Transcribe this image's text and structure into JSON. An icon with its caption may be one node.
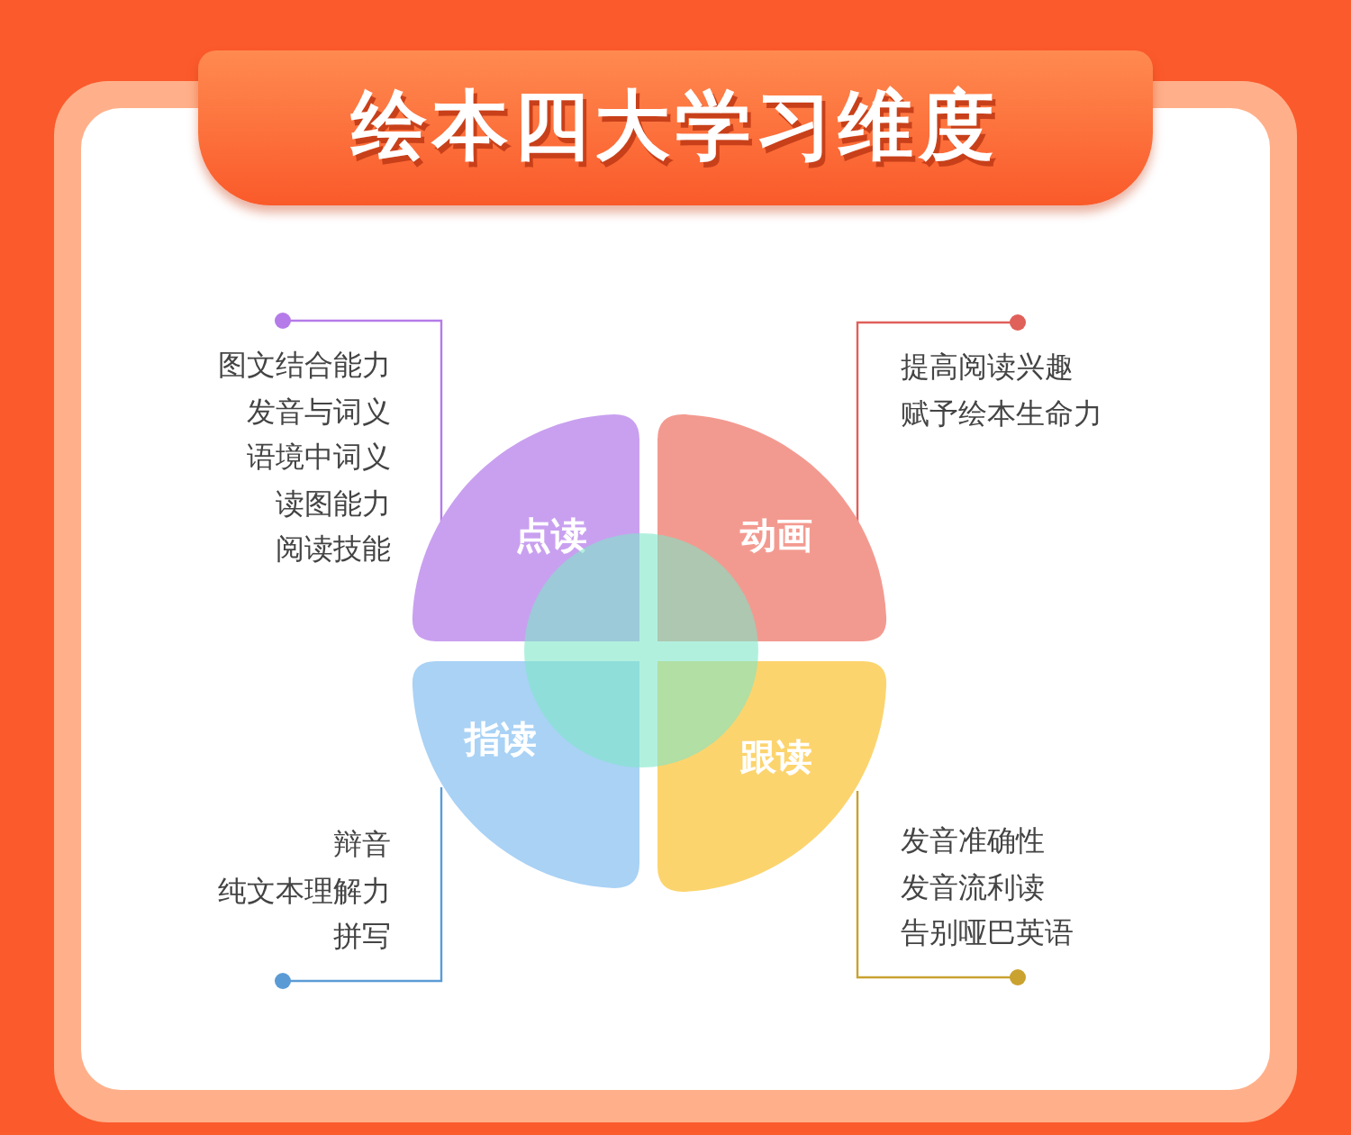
{
  "diagram": {
    "title": "绘本四大学习维度",
    "nodes": [
      {
        "text": [
          "点读"
        ]
      },
      {
        "text": [
          "动画"
        ]
      },
      {
        "text": [
          "指读"
        ]
      },
      {
        "text": [
          "跟读"
        ]
      },
      {
        "text": [
          "图文结合能力",
          "发音与词义",
          "语境中词义",
          "读图能力",
          "阅读技能"
        ]
      },
      {
        "text": [
          "提高阅读兴趣",
          "赋予绘本生命力"
        ]
      },
      {
        "text": [
          "辩音",
          "纯文本理解力",
          "拼写"
        ]
      },
      {
        "text": [
          "发音准确性",
          "发音流利读",
          "告别哑巴英语"
        ]
      },
      {
        "text": [],
        "shape": "circle"
      }
    ],
    "edges": [
      {
        "from": 4,
        "to": 0,
        "arrow": "other",
        "color": "#b57be8"
      },
      {
        "from": 5,
        "to": 1,
        "arrow": "other",
        "color": "#e0605a"
      },
      {
        "from": 6,
        "to": 2,
        "arrow": "other",
        "color": "#5b9bd5"
      },
      {
        "from": 7,
        "to": 3,
        "arrow": "other",
        "color": "#c9a230"
      }
    ]
  }
}
